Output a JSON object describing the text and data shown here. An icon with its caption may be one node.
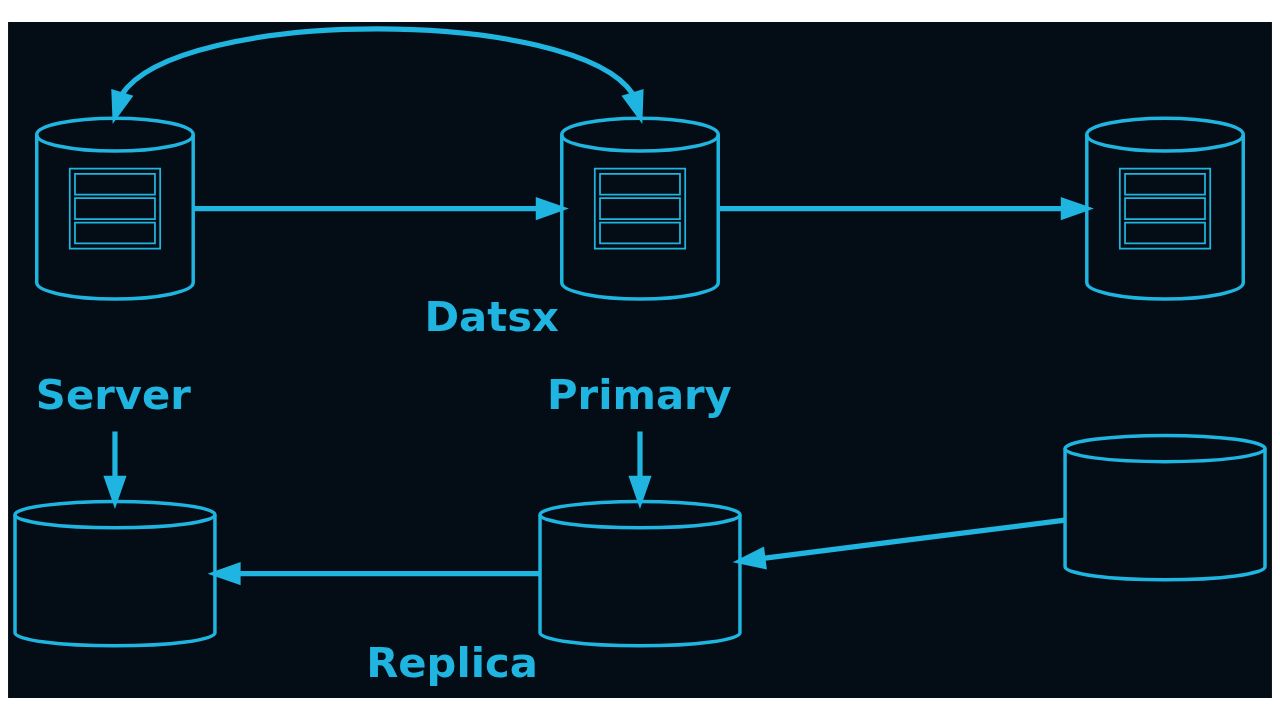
{
  "diagram": {
    "nodes": [
      {
        "text": [],
        "shape": "server"
      },
      {
        "text": [],
        "shape": "server",
        "beside": [
          "Datsx"
        ]
      },
      {
        "text": [],
        "shape": "server"
      },
      {
        "text": [
          "Server"
        ]
      },
      {
        "text": [
          "Primary"
        ]
      },
      {
        "text": [],
        "shape": "cylinder"
      },
      {
        "text": [],
        "shape": "cylinder",
        "beside": [
          "Replica"
        ]
      },
      {
        "text": [],
        "shape": "cylinder"
      }
    ],
    "edges": [
      {
        "from": 0,
        "to": 1,
        "arrow": "to"
      },
      {
        "from": 1,
        "to": 2,
        "arrow": "to"
      },
      {
        "from": 0,
        "to": 1,
        "arrow": "both"
      },
      {
        "from": 3,
        "to": 5,
        "arrow": "to"
      },
      {
        "from": 4,
        "to": 6,
        "arrow": "to"
      },
      {
        "from": 7,
        "to": 6,
        "arrow": "to"
      },
      {
        "from": 6,
        "to": 5,
        "arrow": "to"
      }
    ]
  }
}
